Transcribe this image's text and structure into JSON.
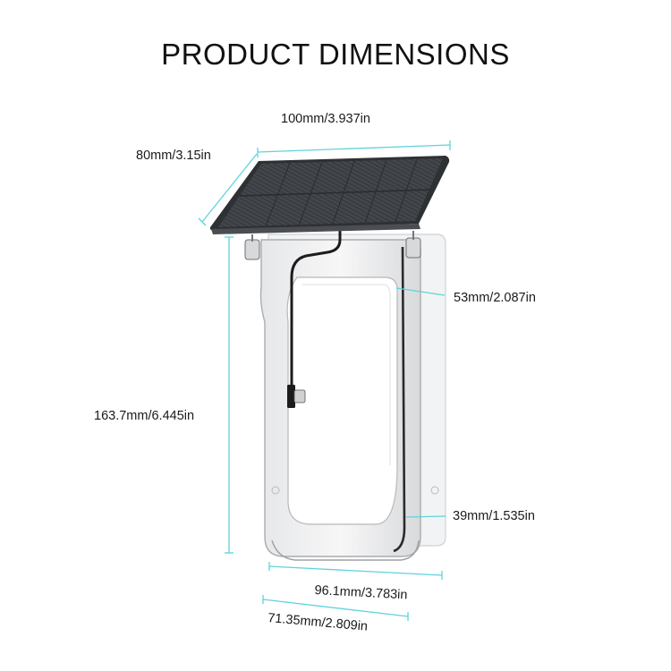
{
  "title": "PRODUCT DIMENSIONS",
  "colors": {
    "dimension_line": "#5fd3dc",
    "solar_panel": "#3a3d40",
    "frame": "#c9cbcd",
    "cable": "#1c1c1c"
  },
  "dimensions": {
    "panel_width": "100mm/3.937in",
    "panel_depth": "80mm/3.15in",
    "total_height": "163.7mm/6.445in",
    "top_depth": "53mm/2.087in",
    "bottom_depth": "39mm/1.535in",
    "case_width": "96.1mm/3.783in",
    "inner_width": "71.35mm/2.809in"
  },
  "icons": {
    "solar_panel": "solar-panel-icon",
    "cover_case": "cover-case-icon",
    "usb_cable": "usb-c-cable-icon"
  }
}
